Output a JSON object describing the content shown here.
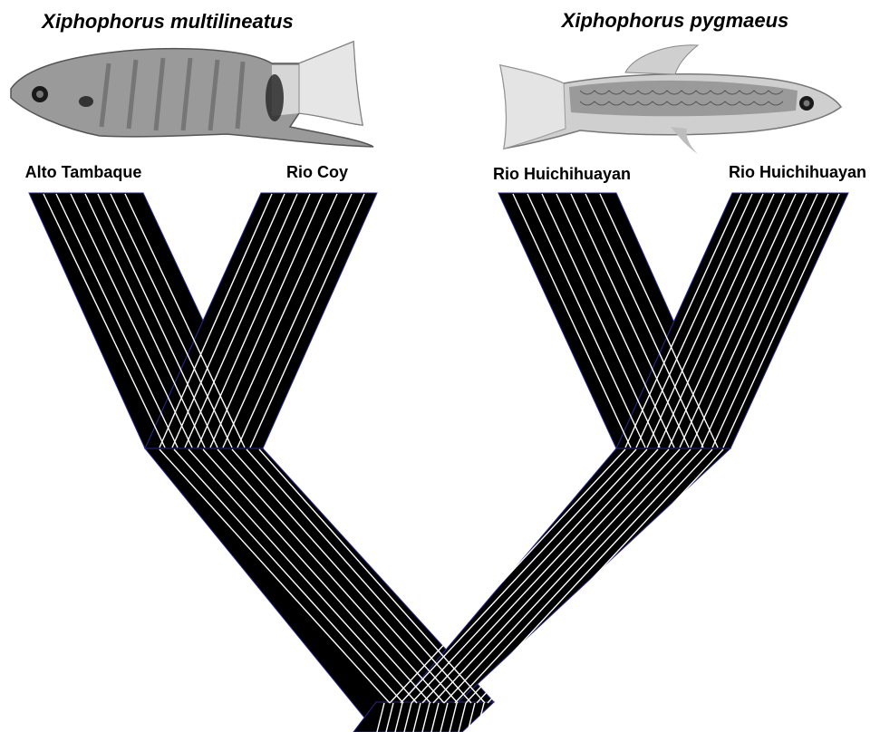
{
  "figure": {
    "species": [
      {
        "name": "Xiphophorus multilineatus",
        "fish_icon": "fish-photo-multilineatus-icon",
        "populations": [
          "Alto Tambaque",
          "Rio Coy"
        ]
      },
      {
        "name": "Xiphophorus pygmaeus",
        "fish_icon": "fish-photo-pygmaeus-icon",
        "populations": [
          "Rio Huichihuayan",
          "Rio Huichihuayan"
        ]
      }
    ],
    "colors": {
      "branch": "#000000",
      "lineage": "#ffffff",
      "outline": "#2b2b8c"
    }
  }
}
